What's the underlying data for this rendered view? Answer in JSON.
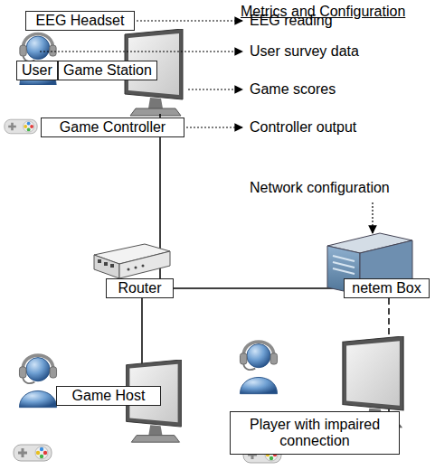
{
  "diagram": {
    "nodes": [
      {
        "text": [
          "EEG Headset"
        ]
      },
      {
        "text": [
          "User"
        ]
      },
      {
        "text": [
          "Game Station"
        ]
      },
      {
        "text": [
          "Game Controller"
        ]
      },
      {
        "text": [
          "Router"
        ]
      },
      {
        "text": [
          "netem Box"
        ]
      },
      {
        "text": [
          "Game Host"
        ]
      },
      {
        "text": [
          "Player with impaired connection"
        ]
      }
    ],
    "edges": [
      {
        "from": 3,
        "to": 4,
        "arrow": "none"
      },
      {
        "from": 4,
        "to": 5,
        "arrow": "none"
      },
      {
        "from": 4,
        "to": 6,
        "arrow": "none"
      },
      {
        "from": 5,
        "to": 7,
        "arrow": "none"
      }
    ],
    "labels": [
      "Metrics and Configuration",
      "EEG reading",
      "User survey data",
      "Game scores",
      "Controller output",
      "Network configuration"
    ]
  }
}
